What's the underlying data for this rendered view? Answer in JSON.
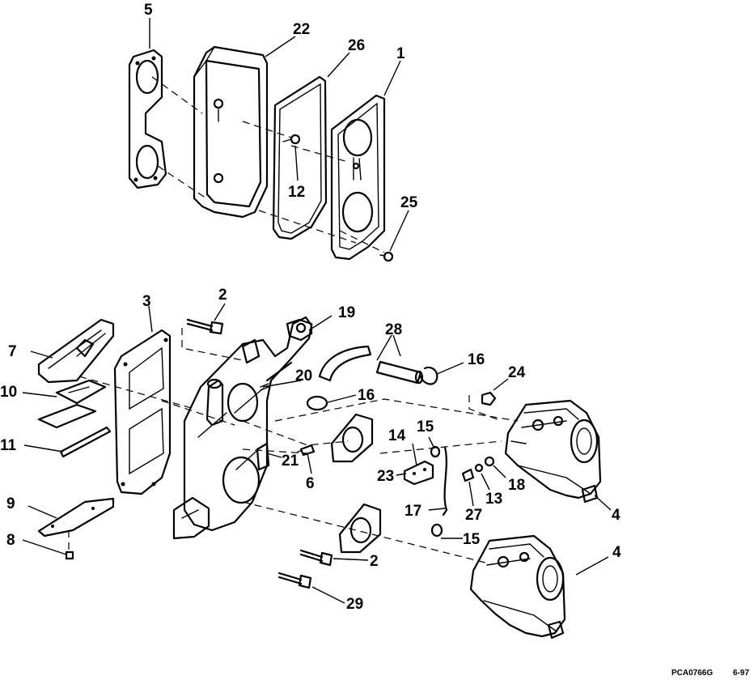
{
  "callouts": {
    "c1": "1",
    "c2a": "2",
    "c2b": "2",
    "c3": "3",
    "c4a": "4",
    "c4b": "4",
    "c5": "5",
    "c6": "6",
    "c7": "7",
    "c8": "8",
    "c9": "9",
    "c10": "10",
    "c11": "11",
    "c12": "12",
    "c13": "13",
    "c14": "14",
    "c15a": "15",
    "c15b": "15",
    "c16a": "16",
    "c16b": "16",
    "c17": "17",
    "c18": "18",
    "c19": "19",
    "c20": "20",
    "c21": "21",
    "c22": "22",
    "c23": "23",
    "c24": "24",
    "c25": "25",
    "c26": "26",
    "c27": "27",
    "c28": "28",
    "c29": "29"
  },
  "footer": {
    "code": "PCA0766G",
    "date": "6-97"
  }
}
